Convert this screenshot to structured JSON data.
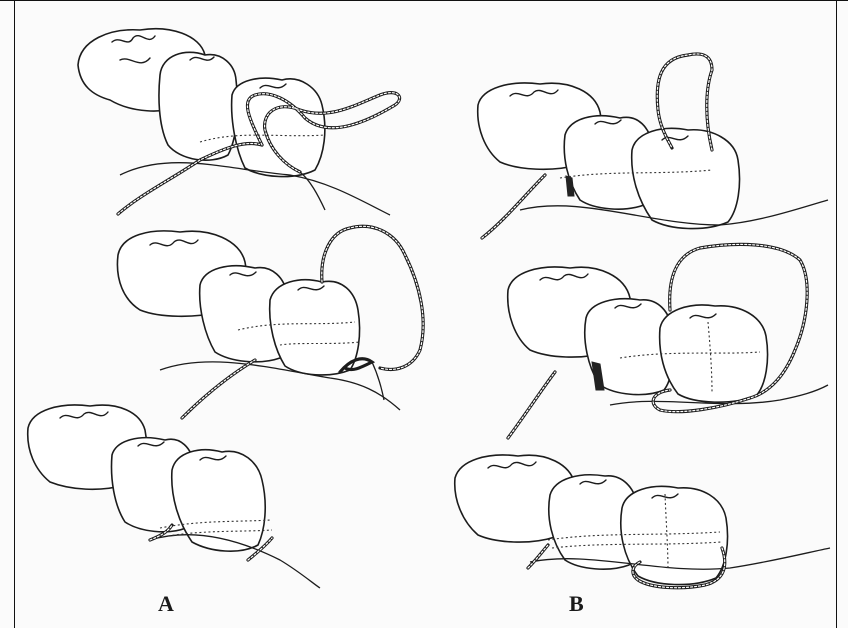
{
  "figure": {
    "panels": [
      {
        "id": "A",
        "label": "A",
        "steps": 3
      },
      {
        "id": "B",
        "label": "B",
        "steps": 3
      }
    ]
  }
}
